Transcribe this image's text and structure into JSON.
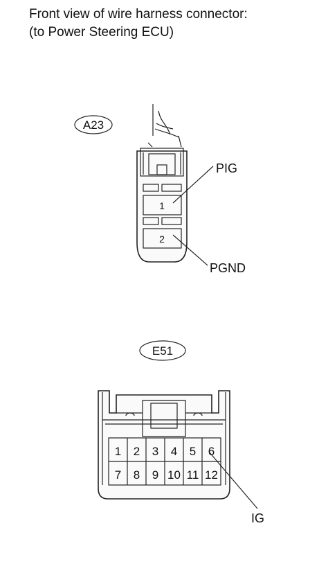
{
  "title": {
    "line1": "Front view of wire harness connector:",
    "line2": "(to Power Steering ECU)"
  },
  "connector_a": {
    "id": "A23",
    "pins": [
      "1",
      "2"
    ],
    "callouts": {
      "pin1": "PIG",
      "pin2": "PGND"
    }
  },
  "connector_e": {
    "id": "E51",
    "row1": [
      "1",
      "2",
      "3",
      "4",
      "5",
      "6"
    ],
    "row2": [
      "7",
      "8",
      "9",
      "10",
      "11",
      "12"
    ],
    "callouts": {
      "pin6": "IG"
    }
  }
}
